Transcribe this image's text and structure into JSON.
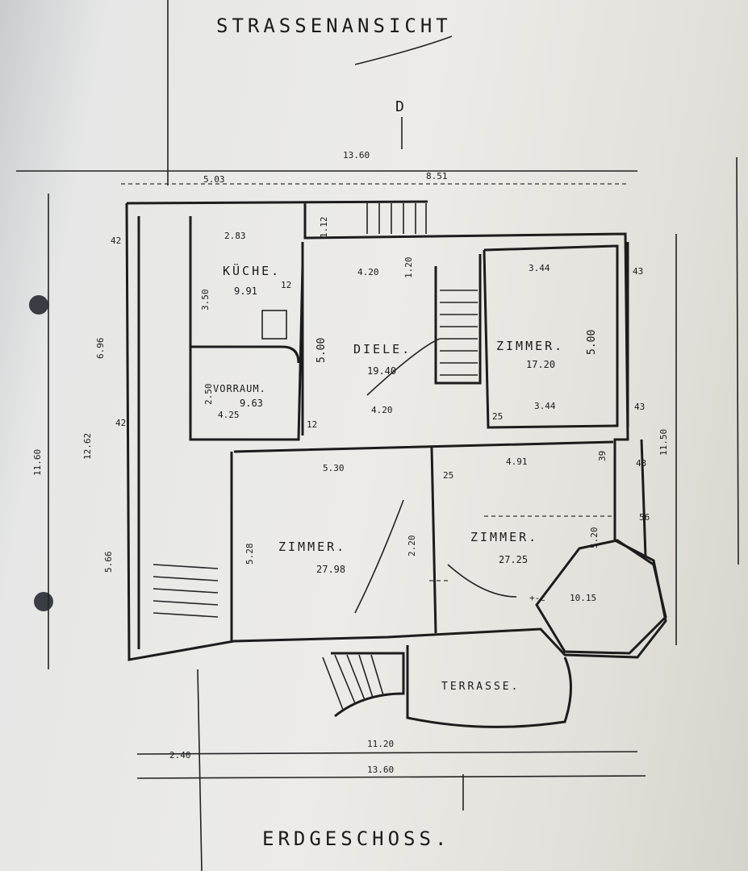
{
  "title": "STRASSENANSICHT",
  "footer": "ERDGESCHOSS.",
  "rooms": {
    "kueche": {
      "name": "KÜCHE.",
      "area": "9.91"
    },
    "vorraum": {
      "name": "VORRAUM.",
      "area": "9.63"
    },
    "diele": {
      "name": "DIELE.",
      "area": "19.40"
    },
    "zimmer_ne": {
      "name": "ZIMMER.",
      "area": "17.20"
    },
    "zimmer_sw": {
      "name": "ZIMMER.",
      "area": "27.98"
    },
    "zimmer_se": {
      "name": "ZIMMER.",
      "area": "27.25"
    },
    "erker": {
      "area": "10.15",
      "mark": "+-c"
    },
    "terrasse": {
      "name": "TERRASSE."
    }
  },
  "dimensions": {
    "top_total": "13.60",
    "top_right": "8.51",
    "top_left": "5.03",
    "kueche_w": "2.83",
    "kueche_h": "3.50",
    "stair_w": "1.12",
    "diele_top": "4.20",
    "diele_bottom": "4.20",
    "diele_h": "5.00",
    "diele_s": "1.20",
    "zimmer_ne_top": "3.44",
    "zimmer_ne_bottom": "3.44",
    "zimmer_ne_h": "5.00",
    "vorraum_h": "2.50",
    "vorraum_w": "4.25",
    "left_outer": "11.60",
    "left_inner": "12.62",
    "left_upper": "6.96",
    "left_lower": "5.66",
    "right_outer": "11.50",
    "zimmer_sw_w": "5.30",
    "zimmer_sw_h": "5.28",
    "door_w": "2.20",
    "zimmer_se_w": "4.91",
    "zimmer_se_h": "5.20",
    "bottom_inner": "11.20",
    "bottom_total": "13.60",
    "bottom_left": "2.40",
    "wall_42a": "42",
    "wall_42b": "42",
    "wall_12": "12",
    "wall_12b": "12",
    "wall_43a": "43",
    "wall_43b": "43",
    "wall_43c": "43",
    "wall_39": "39",
    "wall_56": "56",
    "wall_25": "25",
    "wall_25b": "25"
  }
}
